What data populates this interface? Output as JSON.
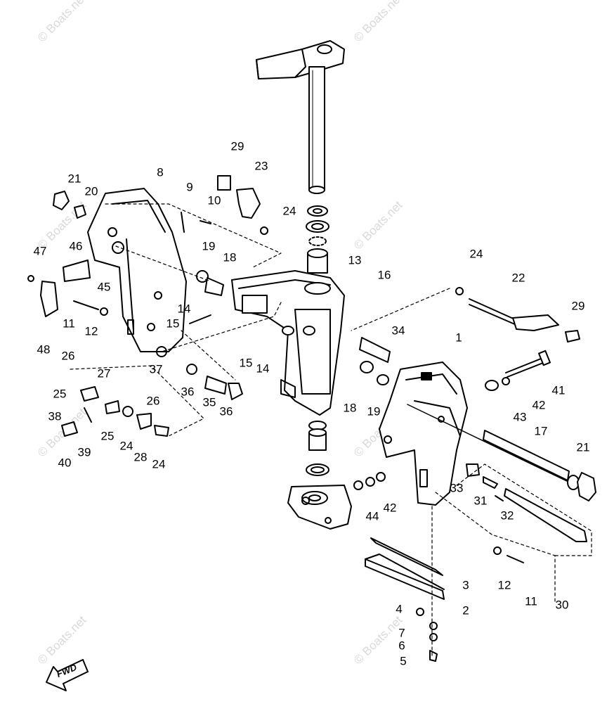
{
  "watermark": "© Boats.net",
  "fwd_label": "FWD",
  "callouts": {
    "c1": "1",
    "c2": "2",
    "c3": "3",
    "c4": "4",
    "c5": "5",
    "c6": "6",
    "c7": "7",
    "c8": "8",
    "c9": "9",
    "c10": "10",
    "c11a": "11",
    "c11b": "11",
    "c12a": "12",
    "c12b": "12",
    "c13": "13",
    "c14a": "14",
    "c14b": "14",
    "c15a": "15",
    "c15b": "15",
    "c16": "16",
    "c17": "17",
    "c18a": "18",
    "c18b": "18",
    "c19a": "19",
    "c19b": "19",
    "c20": "20",
    "c21a": "21",
    "c21b": "21",
    "c22": "22",
    "c23": "23",
    "c24a": "24",
    "c24b": "24",
    "c24c": "24",
    "c24d": "24",
    "c25a": "25",
    "c25b": "25",
    "c26a": "26",
    "c26b": "26",
    "c27": "27",
    "c28": "28",
    "c29a": "29",
    "c29b": "29",
    "c30": "30",
    "c31": "31",
    "c32": "32",
    "c33": "33",
    "c34": "34",
    "c35": "35",
    "c36a": "36",
    "c36b": "36",
    "c37": "37",
    "c38": "38",
    "c39": "39",
    "c40": "40",
    "c41": "41",
    "c42a": "42",
    "c42b": "42",
    "c43": "43",
    "c44": "44",
    "c45": "45",
    "c46": "46",
    "c47": "47",
    "c48": "48"
  }
}
